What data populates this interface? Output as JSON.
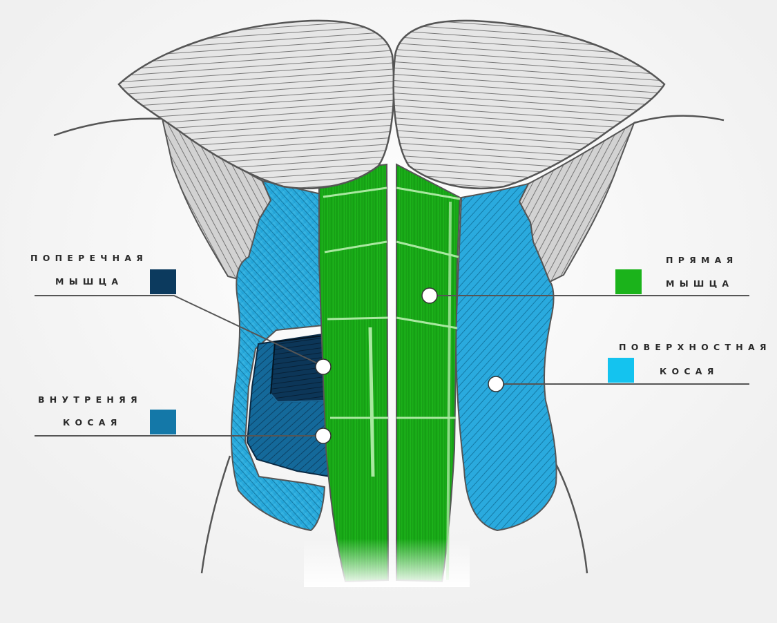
{
  "labels": {
    "transverse": {
      "line1": "ПОПЕРЕЧНАЯ",
      "line2": "МЫШЦА",
      "color": "#0c3a5e"
    },
    "internal_oblique": {
      "line1": "ВНУТРЕНЯЯ",
      "line2": "КОСАЯ",
      "color": "#1478a8"
    },
    "rectus": {
      "line1": "ПРЯМАЯ",
      "line2": "МЫШЦА",
      "color": "#1bb31b"
    },
    "external_oblique": {
      "line1": "ПОВЕРХНОСТНАЯ",
      "line2": "КОСАЯ",
      "color": "#14c3ef"
    }
  },
  "colors": {
    "pectoral": "#e4e4e4",
    "serratus": "#cfcfcf",
    "outline": "#555555",
    "rectus": "#1bb31b",
    "rectus_edge": "#a9e8a0",
    "external_oblique": "#27a9dc",
    "internal_oblique": "#1478a8",
    "transverse": "#0c3a5e",
    "leader_line": "#555555"
  }
}
